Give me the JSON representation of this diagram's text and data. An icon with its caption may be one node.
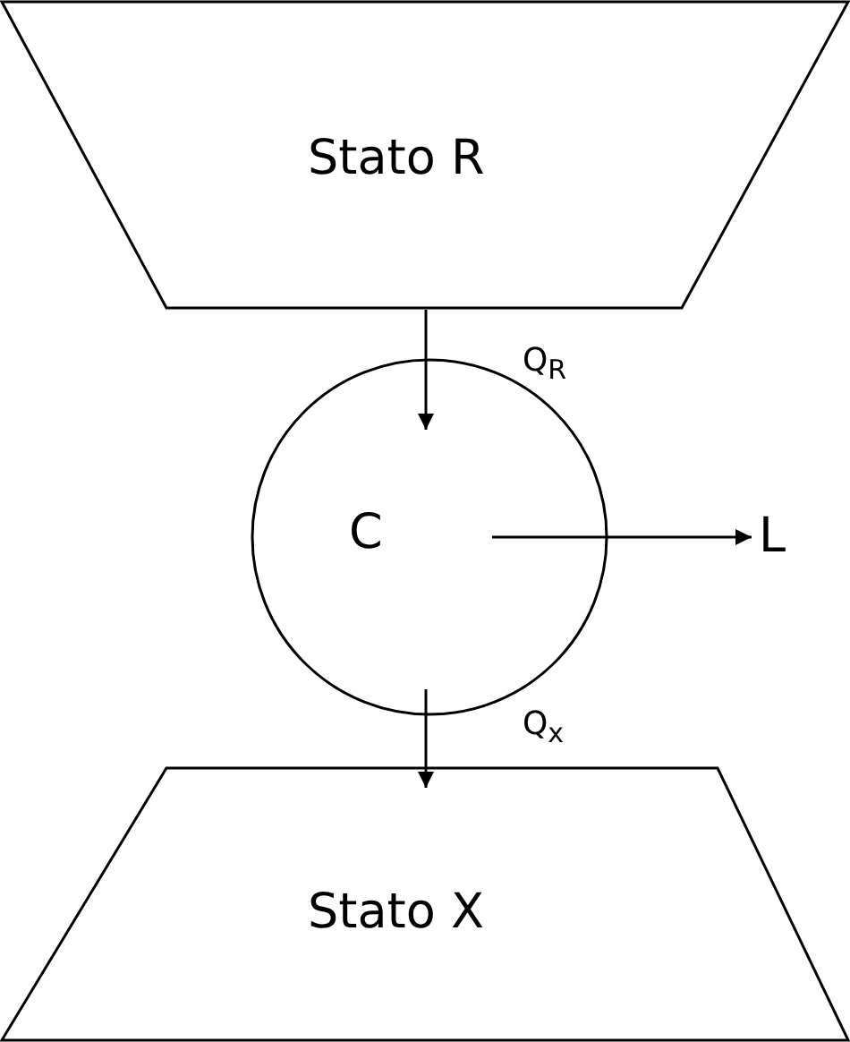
{
  "diagram": {
    "nodes": [
      {
        "text": [
          "Stato R"
        ]
      },
      {
        "text": [
          "C"
        ]
      },
      {
        "text": [
          "Stato X"
        ]
      },
      {
        "text": [
          "L"
        ]
      }
    ],
    "edges": [
      {
        "from": 0,
        "to": 1,
        "arrow": "to",
        "label": "Q$_{R}$"
      },
      {
        "from": 1,
        "to": 2,
        "arrow": "to",
        "label": "Q$_{x}$"
      },
      {
        "from": 1,
        "to": 3,
        "arrow": "to"
      }
    ]
  }
}
